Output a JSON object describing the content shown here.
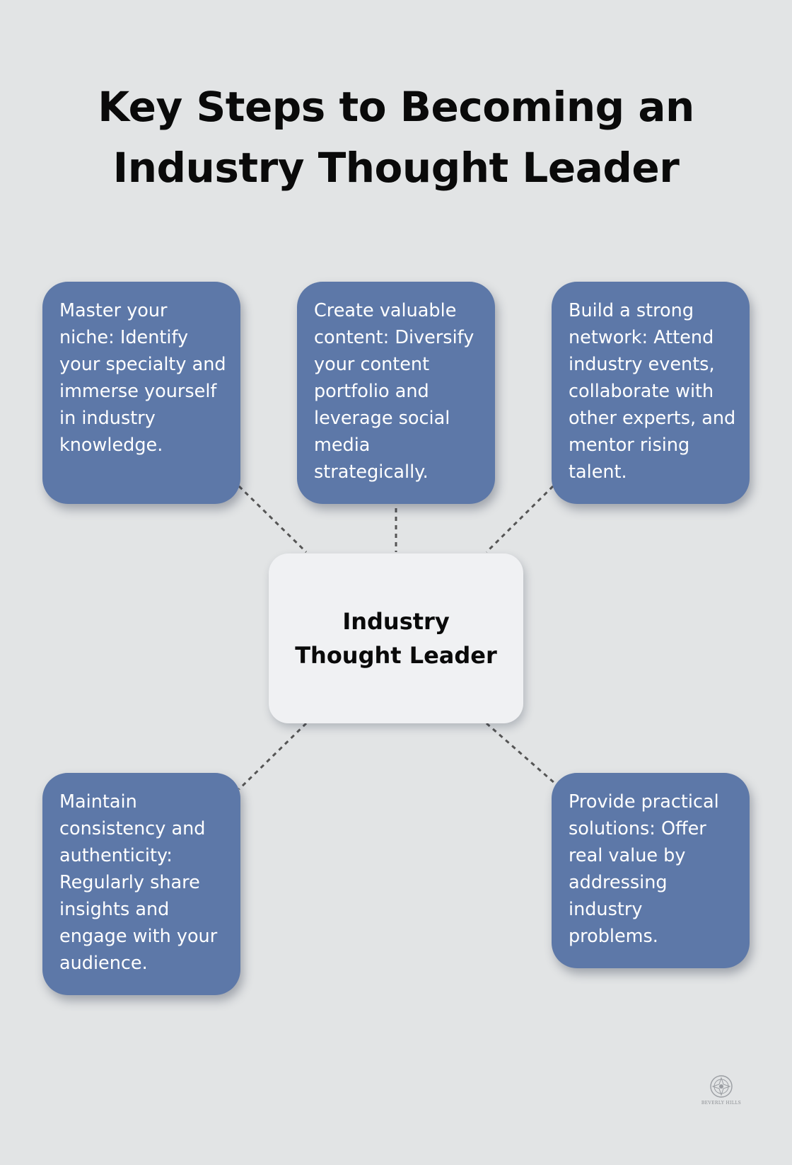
{
  "title": "Key Steps to Becoming an Industry Thought Leader",
  "center": {
    "label": "Industry Thought Leader"
  },
  "steps": [
    {
      "text": "Master your niche: Identify your specialty and immerse yourself in industry knowledge."
    },
    {
      "text": "Create valuable content: Diversify your content portfolio and leverage social media strategically."
    },
    {
      "text": "Build a strong network: Attend industry events, collaborate with other experts, and mentor rising talent."
    },
    {
      "text": "Maintain consistency and authenticity: Regularly share insights and engage with your audience."
    },
    {
      "text": "Provide practical solutions: Offer real value by addressing industry problems."
    }
  ],
  "logo": {
    "name": "BEVERLY HILLS",
    "icon": "ornamental-medallion-icon"
  },
  "colors": {
    "background": "#e2e4e5",
    "step_box": "#5d78a8",
    "center_box": "#f0f1f3",
    "connector": "#555555",
    "title_text": "#0a0a0a"
  }
}
